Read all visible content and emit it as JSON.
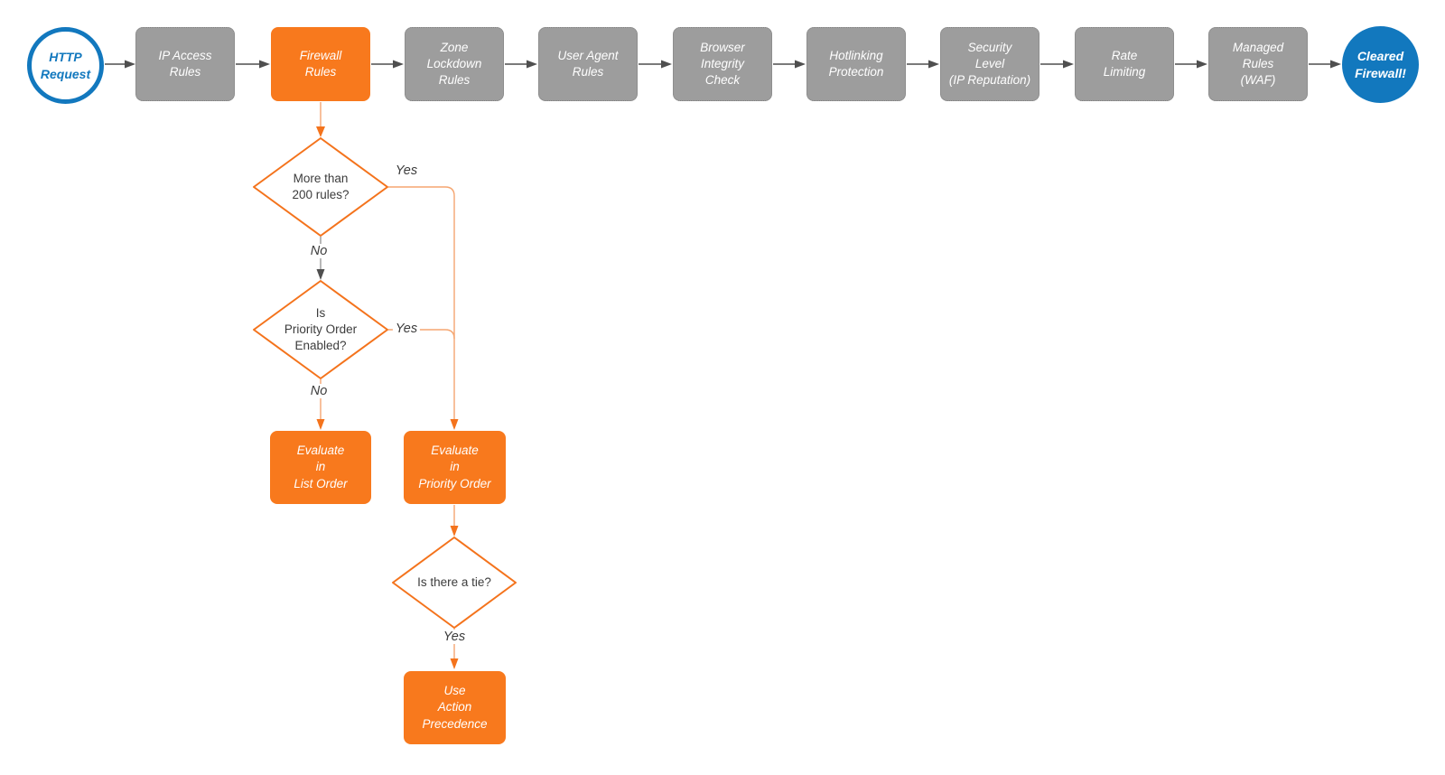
{
  "colors": {
    "accent_orange": "#f8791d",
    "accent_blue": "#1278be",
    "node_gray": "#9d9d9d",
    "connector_gray": "#4f4f4f"
  },
  "pipeline": {
    "start": {
      "label": "HTTP\nRequest"
    },
    "steps": [
      {
        "label": "IP Access\nRules"
      },
      {
        "label": "Firewall\nRules"
      },
      {
        "label": "Zone\nLockdown\nRules"
      },
      {
        "label": "User Agent\nRules"
      },
      {
        "label": "Browser\nIntegrity\nCheck"
      },
      {
        "label": "Hotlinking\nProtection"
      },
      {
        "label": "Security\nLevel\n(IP Reputation)"
      },
      {
        "label": "Rate\nLimiting"
      },
      {
        "label": "Managed\nRules\n(WAF)"
      }
    ],
    "end": {
      "label": "Cleared\nFirewall!"
    }
  },
  "decisions": {
    "more_than_200": {
      "question": "More than\n200 rules?",
      "yes_label": "Yes",
      "no_label": "No"
    },
    "priority_enabled": {
      "question": "Is\nPriority Order\nEnabled?",
      "yes_label": "Yes",
      "no_label": "No"
    },
    "tie": {
      "question": "Is there a tie?",
      "yes_label": "Yes"
    }
  },
  "outcomes": {
    "list_order": {
      "label": "Evaluate\nin\nList Order"
    },
    "priority_order": {
      "label": "Evaluate\nin\nPriority Order"
    },
    "action_precedence": {
      "label": "Use\nAction\nPrecedence"
    }
  }
}
